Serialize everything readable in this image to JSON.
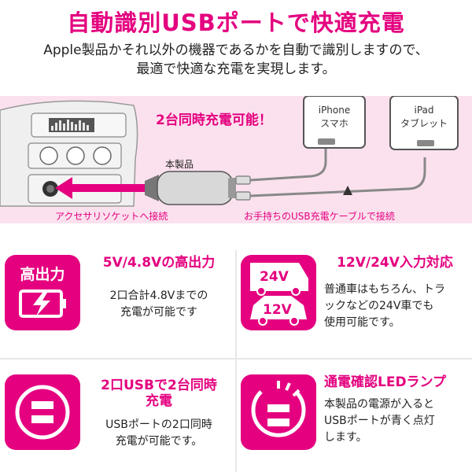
{
  "header": {
    "title": "自動識別USBポートで快適充電",
    "intro_line1": "Apple製品かそれ以外の機器であるかを自動で識別しますので、",
    "intro_line2": "最適で快適な充電を実現します。"
  },
  "diagram": {
    "simultaneous": "2台同時充電可能！",
    "product_label": "本製品",
    "socket_label": "アクセサリソケットへ接続",
    "cable_label": "お手持ちのUSB充電ケーブルで接続",
    "device1_line1": "iPhone",
    "device1_line2": "スマホ",
    "device2_line1": "iPad",
    "device2_line2": "タブレット",
    "accent": "#e4007f"
  },
  "features": [
    {
      "icon_text": "高出力",
      "icon": "battery-bolt-icon",
      "title": "5V/4.8Vの高出力",
      "body_line1": "2口合計4.8Vまでの",
      "body_line2": "充電が可能です"
    },
    {
      "icon_text1": "24V",
      "icon_text2": "12V",
      "icon": "truck-car-icon",
      "title": "12V/24V入力対応",
      "body_line1": "普通車はもちろん、トラ",
      "body_line2": "ックなどの24V車でも",
      "body_line3": "使用可能です。"
    },
    {
      "icon": "usb-ports-icon",
      "title_line1": "2口USBで2台同時",
      "title_line2": "充電",
      "body_line1": "USBポートの2口同時",
      "body_line2": "充電が可能です。"
    },
    {
      "icon": "led-lamp-icon",
      "title": "通電確認LEDランプ",
      "body_line1": "本製品の電源が入ると",
      "body_line2": "USBポートが青く点灯",
      "body_line3": "します。"
    }
  ]
}
